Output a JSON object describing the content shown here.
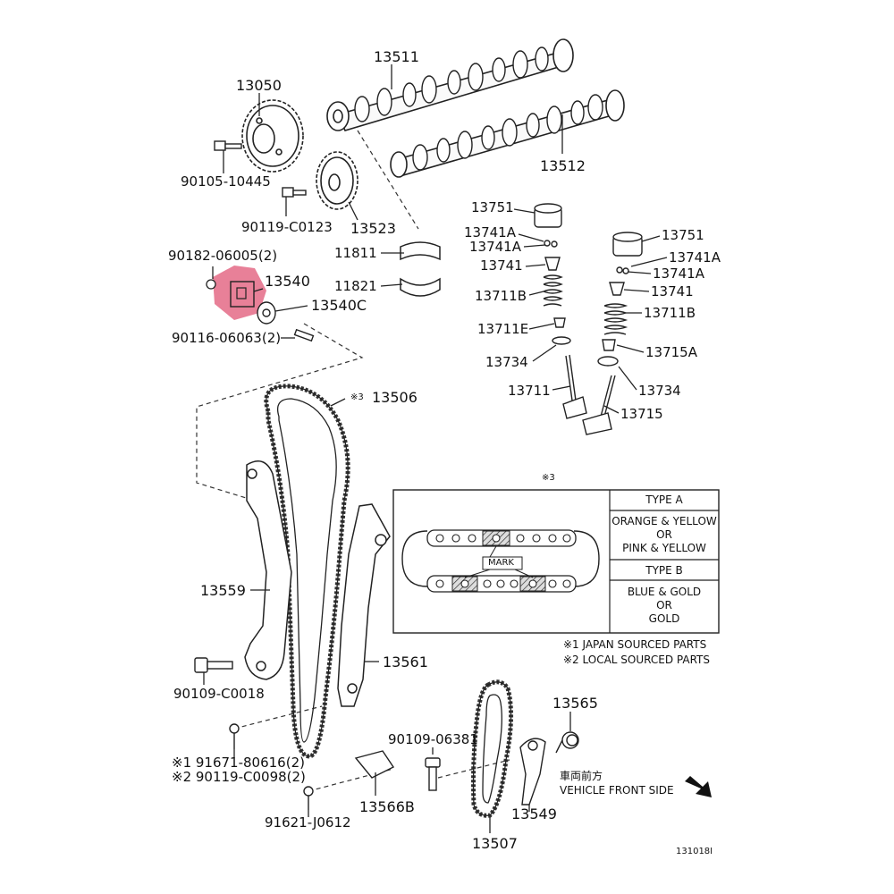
{
  "parts": {
    "p13511": "13511",
    "p13050": "13050",
    "p13512": "13512",
    "p90105": "90105-10445",
    "p90119a": "90119-C0123",
    "p13523": "13523",
    "p13751a": "13751",
    "p13741Aa": "13741A",
    "p13741Ab": "13741A",
    "p13741a": "13741",
    "p11811": "11811",
    "p11821": "11821",
    "p90182": "90182-06005(2)",
    "p13540": "13540",
    "p13540C": "13540C",
    "p90116": "90116-06063(2)",
    "p13711Ba": "13711B",
    "p13711E": "13711E",
    "p13734a": "13734",
    "p13711": "13711",
    "p13751b": "13751",
    "p13741Ac": "13741A",
    "p13741Ad": "13741A",
    "p13741b": "13741",
    "p13711Bb": "13711B",
    "p13715A": "13715A",
    "p13734b": "13734",
    "p13715": "13715",
    "p13506": "13506",
    "p13506note": "※3",
    "p13559": "13559",
    "p13561": "13561",
    "p90109a": "90109-C0018",
    "p91671": "※1 91671-80616(2)",
    "p90119b": "※2 90119-C0098(2)",
    "p91621": "91621-J0612",
    "p13566B": "13566B",
    "p90109b": "90109-06381",
    "p13507": "13507",
    "p13565": "13565",
    "p13549": "13549"
  },
  "detail_box": {
    "note": "※3",
    "mark_label": "MARK",
    "type_a_header": "TYPE A",
    "type_a_lines": [
      "ORANGE & YELLOW",
      "OR",
      "PINK & YELLOW"
    ],
    "type_b_header": "TYPE B",
    "type_b_lines": [
      "BLUE & GOLD",
      "OR",
      "GOLD"
    ]
  },
  "footnotes": {
    "n1": "※1 JAPAN SOURCED PARTS",
    "n2": "※2 LOCAL SOURCED PARTS"
  },
  "front": {
    "jp": "車両前方",
    "en": "VEHICLE FRONT SIDE"
  },
  "diagram_id": "131018I",
  "colors": {
    "highlight": "#e05575",
    "line": "#222222"
  }
}
